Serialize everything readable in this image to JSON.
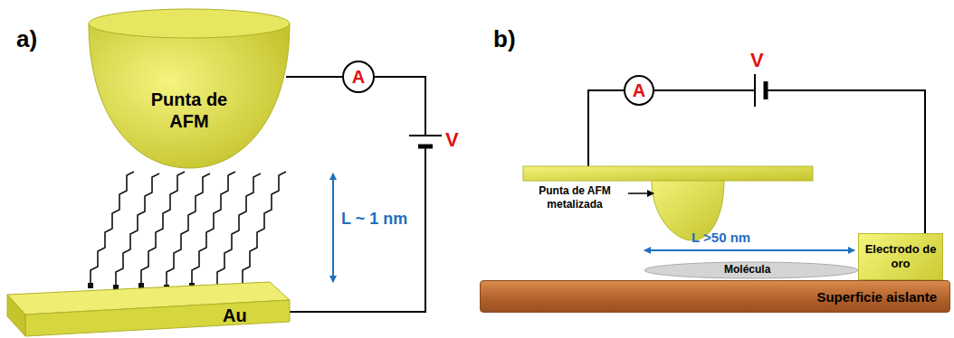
{
  "diagram": {
    "nodes": [
      {
        "text": [
          "Punta de AFM"
        ]
      },
      {
        "text": [
          "A"
        ]
      },
      {
        "text": [
          "Au"
        ]
      },
      {
        "text": [
          "A"
        ]
      },
      {
        "text": [
          "Electrodo de oro"
        ]
      },
      {
        "text": [
          "Superficie aislante"
        ]
      }
    ],
    "edges": [
      {
        "from": 0,
        "to": 1,
        "arrow": "none"
      },
      {
        "from": 1,
        "to": 2,
        "arrow": "none"
      },
      {
        "from": 3,
        "to": 4,
        "arrow": "none"
      }
    ],
    "labels": [
      "a)",
      "b)",
      "V",
      "V",
      "L ~ 1 nm",
      "Punta de AFM metalizada",
      "L >50 nm",
      "Molécula"
    ]
  }
}
